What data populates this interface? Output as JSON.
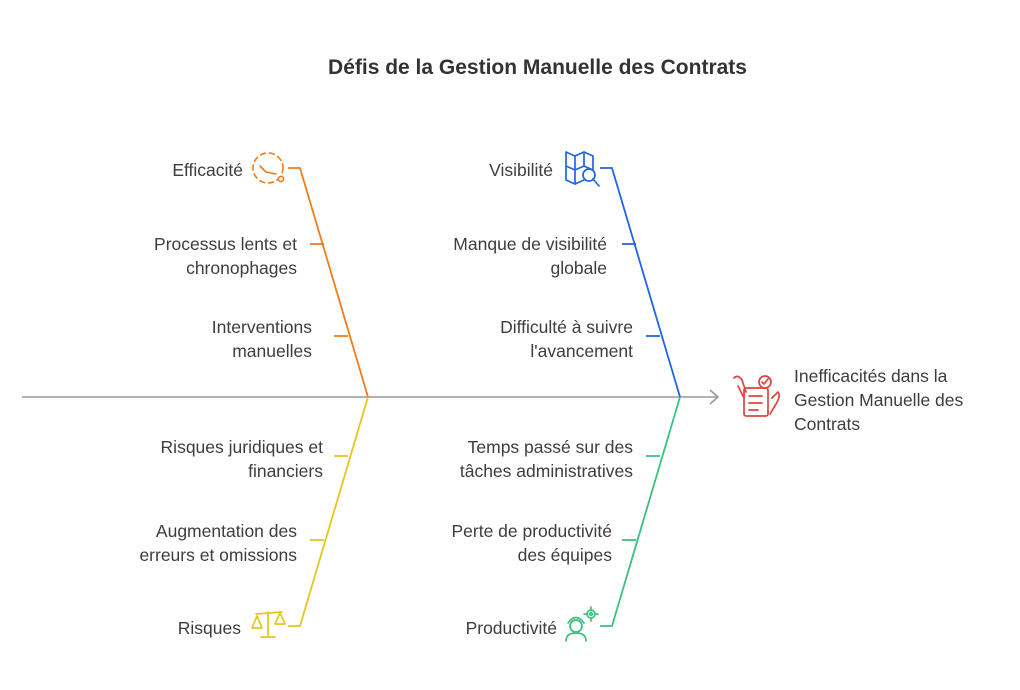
{
  "title": "Défis de la Gestion Manuelle des Contrats",
  "effect": {
    "label": "Inefficacités dans la\nGestion Manuelle des\nContrats",
    "icon": "checklist-hand-icon",
    "color": "#e0443e"
  },
  "categories": {
    "efficacite": {
      "label": "Efficacité",
      "icon": "clock-dashed-icon",
      "color": "#ef7d1a",
      "causes": [
        "Processus lents et\nchronophages",
        "Interventions\nmanuelles"
      ]
    },
    "visibilite": {
      "label": "Visibilité",
      "icon": "map-search-icon",
      "color": "#1f66e5",
      "causes": [
        "Manque de visibilité\nglobale",
        "Difficulté à suivre\nl'avancement"
      ]
    },
    "risques": {
      "label": "Risques",
      "icon": "scales-icon",
      "color": "#e3c71f",
      "causes": [
        "Risques juridiques et\nfinanciers",
        "Augmentation des\nerreurs et omissions"
      ]
    },
    "productivite": {
      "label": "Productivité",
      "icon": "worker-gear-icon",
      "color": "#3cc07f",
      "causes": [
        "Temps passé sur des\ntâches administratives",
        "Perte de productivité\ndes équipes"
      ]
    }
  },
  "spine_color": "#999999"
}
